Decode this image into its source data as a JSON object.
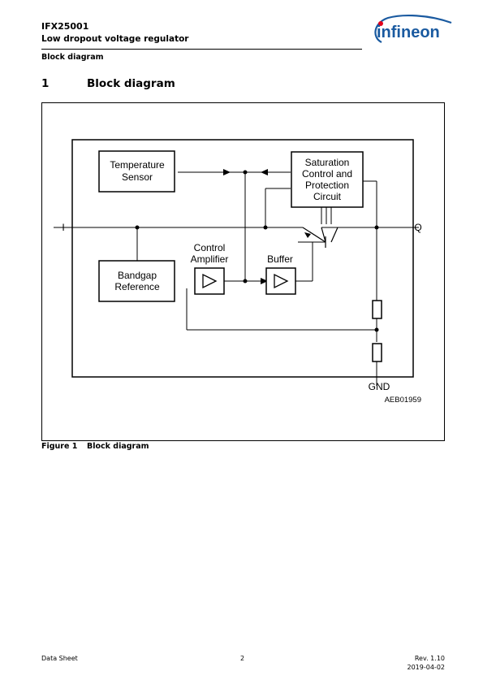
{
  "header": {
    "product": "IFX25001",
    "subtitle": "Low dropout voltage regulator",
    "section_label": "Block diagram",
    "logo_text": "infineon"
  },
  "section": {
    "number": "1",
    "title": "Block diagram"
  },
  "diagram": {
    "temperature_sensor": [
      "Temperature",
      "Sensor"
    ],
    "saturation_block": [
      "Saturation",
      "Control and",
      "Protection",
      "Circuit"
    ],
    "bandgap": [
      "Bandgap",
      "Reference"
    ],
    "control_amplifier": [
      "Control",
      "Amplifier"
    ],
    "buffer": "Buffer",
    "pin_input": "I",
    "pin_output": "Q",
    "pin_ground": "GND",
    "drawing_id": "AEB01959"
  },
  "figure": {
    "number": "Figure 1",
    "caption": "Block diagram"
  },
  "footer": {
    "doc_type": "Data Sheet",
    "page": "2",
    "revision": "Rev. 1.10",
    "date": "2019-04-02"
  },
  "colors": {
    "logo_blue": "#1a5aa0",
    "logo_red": "#e3001b"
  }
}
